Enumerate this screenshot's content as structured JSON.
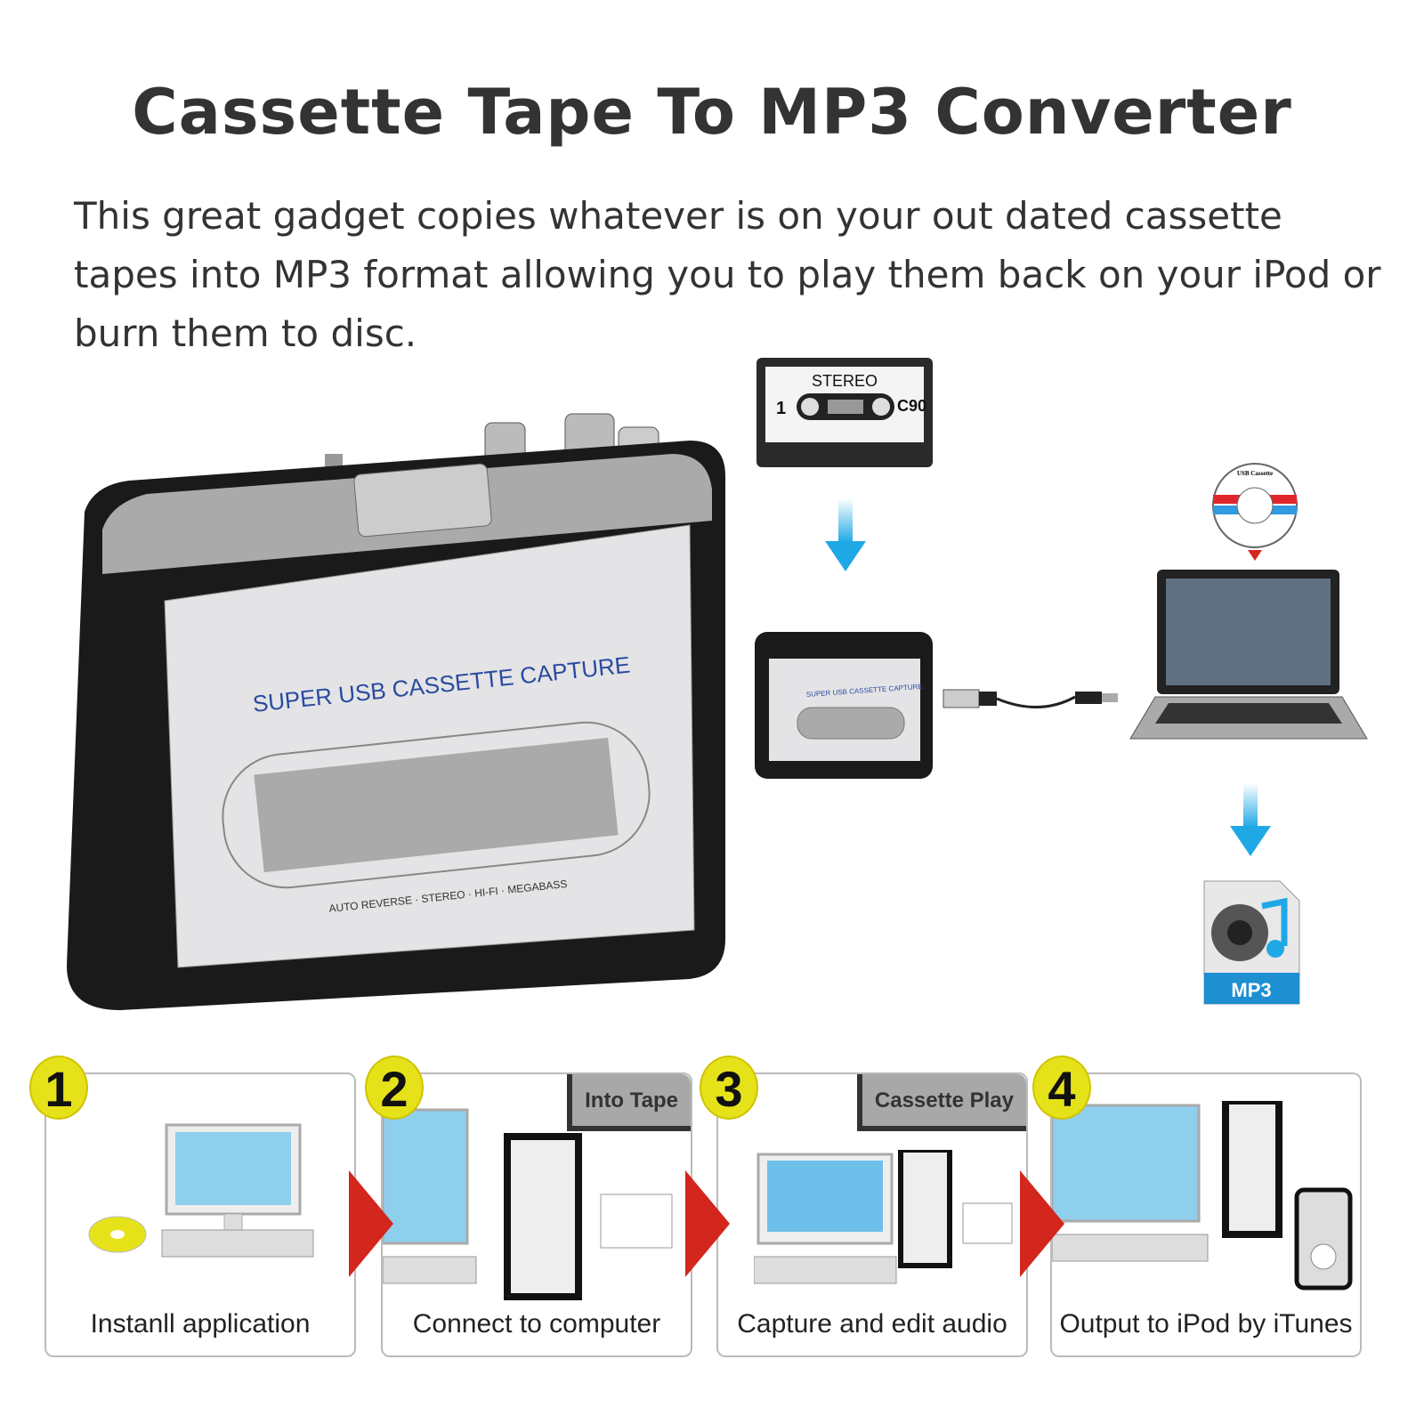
{
  "title": "Cassette Tape To MP3 Converter",
  "description": "This great gadget copies whatever is on your out dated cassette tapes into MP3 format allowing you to play them back on your iPod or burn them to disc.",
  "device": {
    "face_label": "SUPER USB CASSETTE CAPTURE",
    "features": "AUTO REVERSE · STEREO · HI-FI · MEGABASS"
  },
  "cassette": {
    "label": "STEREO",
    "side": "1",
    "type": "C90"
  },
  "cd": {
    "label": "USB Cassette"
  },
  "mp3_icon": {
    "label": "MP3"
  },
  "colors": {
    "arrow": "#1fa8e6",
    "step_badge": "#e6e21a",
    "step_arrow": "#d3261c"
  },
  "steps": [
    {
      "number": "1",
      "label": "Instanll application"
    },
    {
      "number": "2",
      "label": "Connect to computer",
      "tag": "Into Tape"
    },
    {
      "number": "3",
      "label": "Capture and edit audio",
      "tag": "Cassette Play"
    },
    {
      "number": "4",
      "label": "Output to iPod by iTunes"
    }
  ]
}
